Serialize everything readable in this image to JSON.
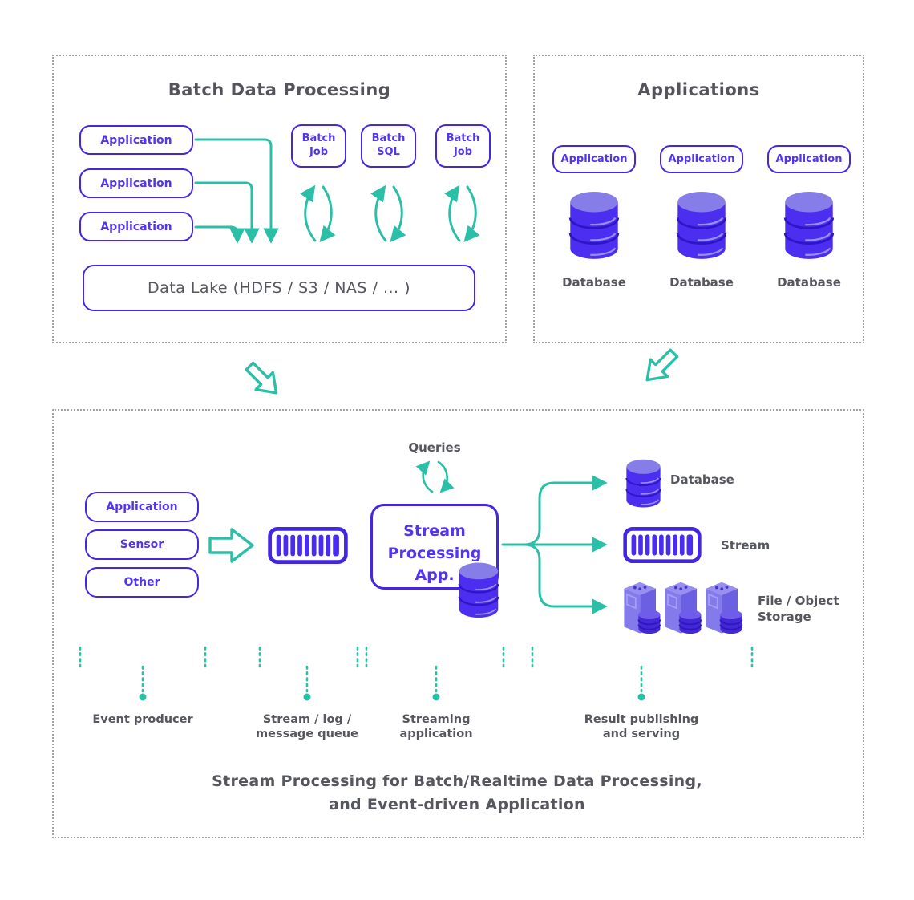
{
  "colors": {
    "purple_border": "#4527e2",
    "purple_text": "#5434f0",
    "purple_fill": "#4b2ef0",
    "purple_light": "#867de8",
    "teal_accent": "#2abfa6",
    "gray_text": "#55565e",
    "dotted_border": "#a3a3ab"
  },
  "batch_section": {
    "title": "Batch Data Processing",
    "applications": [
      "Application",
      "Application",
      "Application"
    ],
    "jobs": [
      "Batch\nJob",
      "Batch\nSQL",
      "Batch\nJob"
    ],
    "data_lake_label": "Data Lake (HDFS / S3 / NAS / ... )"
  },
  "applications_section": {
    "title": "Applications",
    "apps": [
      "Application",
      "Application",
      "Application"
    ],
    "db_labels": [
      "Database",
      "Database",
      "Database"
    ]
  },
  "stream_section": {
    "sources": [
      "Application",
      "Sensor",
      "Other"
    ],
    "queries_label": "Queries",
    "app_label": "Stream\nProcessing\nApp.",
    "output_labels": {
      "database": "Database",
      "stream": "Stream",
      "file_object": "File / Object\nStorage"
    },
    "stage_labels": [
      "Event producer",
      "Stream / log /\nmessage queue",
      "Streaming\napplication",
      "Result publishing\nand serving"
    ],
    "caption": "Stream Processing for Batch/Realtime Data Processing,\nand Event-driven Application"
  }
}
